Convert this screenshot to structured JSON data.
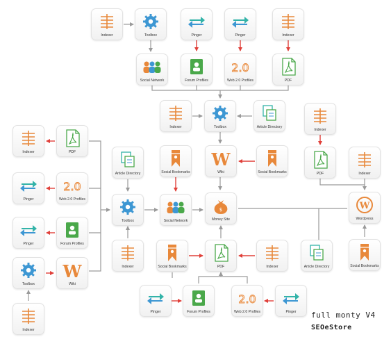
{
  "colors": {
    "line_gray": "#9a9a9a",
    "arrow_red": "#e0403a",
    "orange": "#e8883a",
    "blue": "#3d97d3",
    "green": "#4aa84a",
    "teal": "#32b3a8"
  },
  "nodes": [
    {
      "id": "n1",
      "label": "Indexer",
      "icon": "indexer-icon"
    },
    {
      "id": "n2",
      "label": "Toolbox",
      "icon": "gear-icon"
    },
    {
      "id": "n3",
      "label": "Pinger",
      "icon": "pinger-icon"
    },
    {
      "id": "n4",
      "label": "Pinger",
      "icon": "pinger-icon"
    },
    {
      "id": "n5",
      "label": "Indexer",
      "icon": "indexer-icon"
    },
    {
      "id": "n6",
      "label": "Social Network",
      "icon": "social-network-icon"
    },
    {
      "id": "n7",
      "label": "Forum Profiles",
      "icon": "forum-profile-icon"
    },
    {
      "id": "n8",
      "label": "Web 2.0 Profiles",
      "icon": "web20-icon"
    },
    {
      "id": "n9",
      "label": "PDF",
      "icon": "pdf-icon"
    },
    {
      "id": "n10",
      "label": "Indexer",
      "icon": "indexer-icon"
    },
    {
      "id": "n11",
      "label": "Toolbox",
      "icon": "gear-icon"
    },
    {
      "id": "n12",
      "label": "Article Directory",
      "icon": "article-directory-icon"
    },
    {
      "id": "n13",
      "label": "Indexer",
      "icon": "indexer-icon"
    },
    {
      "id": "n14",
      "label": "Indexer",
      "icon": "indexer-icon"
    },
    {
      "id": "n15",
      "label": "PDF",
      "icon": "pdf-icon"
    },
    {
      "id": "n16",
      "label": "Article Directory",
      "icon": "article-directory-icon"
    },
    {
      "id": "n17",
      "label": "Social Bookmarks",
      "icon": "bookmark-icon"
    },
    {
      "id": "n18",
      "label": "Wiki",
      "icon": "wiki-icon"
    },
    {
      "id": "n19",
      "label": "Social Bookmarks",
      "icon": "bookmark-icon"
    },
    {
      "id": "n20",
      "label": "PDF",
      "icon": "pdf-icon"
    },
    {
      "id": "n21",
      "label": "Indexer",
      "icon": "indexer-icon"
    },
    {
      "id": "n22",
      "label": "Pinger",
      "icon": "pinger-icon"
    },
    {
      "id": "n23",
      "label": "Web 2.0 Profiles",
      "icon": "web20-icon"
    },
    {
      "id": "n24",
      "label": "Toolbox",
      "icon": "gear-icon"
    },
    {
      "id": "n25",
      "label": "Social Network",
      "icon": "social-network-icon"
    },
    {
      "id": "n26",
      "label": "Money Site",
      "icon": "money-bag-icon"
    },
    {
      "id": "n27",
      "label": "Wordpress",
      "icon": "wordpress-icon"
    },
    {
      "id": "n28",
      "label": "Pinger",
      "icon": "pinger-icon"
    },
    {
      "id": "n29",
      "label": "Forum Profiles",
      "icon": "forum-profile-icon"
    },
    {
      "id": "n30",
      "label": "Indexer",
      "icon": "indexer-icon"
    },
    {
      "id": "n31",
      "label": "Social Bookmarks",
      "icon": "bookmark-icon"
    },
    {
      "id": "n32",
      "label": "PDF",
      "icon": "pdf-icon"
    },
    {
      "id": "n33",
      "label": "Indexer",
      "icon": "indexer-icon"
    },
    {
      "id": "n34",
      "label": "Article Directory",
      "icon": "article-directory-icon"
    },
    {
      "id": "n35",
      "label": "Social Bookmarks",
      "icon": "bookmark-icon"
    },
    {
      "id": "n36",
      "label": "Toolbox",
      "icon": "gear-icon"
    },
    {
      "id": "n37",
      "label": "Wiki",
      "icon": "wiki-icon"
    },
    {
      "id": "n38",
      "label": "Indexer",
      "icon": "indexer-icon"
    },
    {
      "id": "n39",
      "label": "Pinger",
      "icon": "pinger-icon"
    },
    {
      "id": "n40",
      "label": "Forum Profiles",
      "icon": "forum-profile-icon"
    },
    {
      "id": "n41",
      "label": "Web 2.0 Profiles",
      "icon": "web20-icon"
    },
    {
      "id": "n42",
      "label": "Pinger",
      "icon": "pinger-icon"
    }
  ],
  "brand": {
    "title": "full monty V4",
    "subtitle": "SEOeStore"
  }
}
